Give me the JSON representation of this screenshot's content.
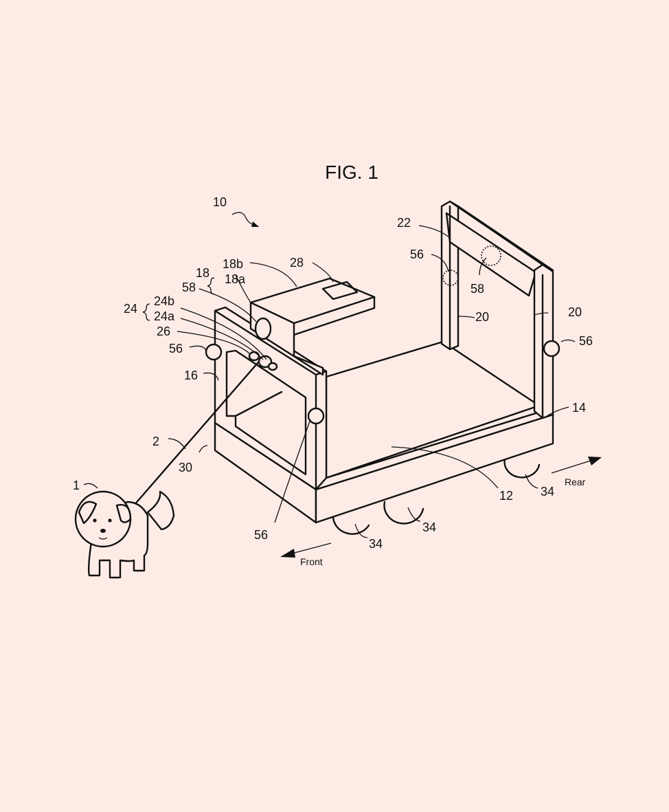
{
  "figure": {
    "title": "FIG. 1"
  },
  "labels": {
    "l10": "10",
    "l22": "22",
    "l56a": "56",
    "l58a": "58",
    "l28": "28",
    "l18": "18",
    "l18b": "18b",
    "l18a": "18a",
    "l58b": "58",
    "l24": "24",
    "l24b": "24b",
    "l24a": "24a",
    "l26": "26",
    "l56b": "56",
    "l16": "16",
    "l20a": "20",
    "l20b": "20",
    "l56c": "56",
    "l14": "14",
    "l2": "2",
    "l30": "30",
    "l1": "1",
    "l12": "12",
    "l34a": "34",
    "l34b": "34",
    "l34c": "34",
    "l56d": "56"
  },
  "directions": {
    "rear": "Rear",
    "front": "Front"
  }
}
